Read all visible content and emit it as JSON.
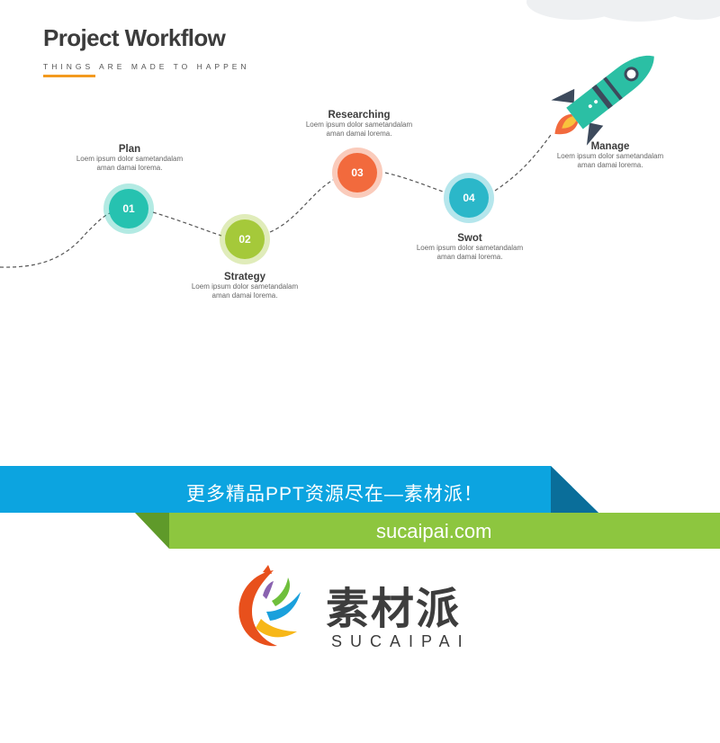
{
  "header": {
    "title": "Project Workflow",
    "subtitle": "THINGS ARE MADE TO HAPPEN"
  },
  "steps": [
    {
      "number": "01",
      "title": "Plan",
      "desc1": "Loem ipsum dolor sametandalam",
      "desc2": "aman damai lorema.",
      "color": "#26c2b0"
    },
    {
      "number": "02",
      "title": "Strategy",
      "desc1": "Loem ipsum dolor sametandalam",
      "desc2": "aman damai lorema.",
      "color": "#a5c93a"
    },
    {
      "number": "03",
      "title": "Researching",
      "desc1": "Loem ipsum dolor sametandalam",
      "desc2": "aman damai lorema.",
      "color": "#f26a3d"
    },
    {
      "number": "04",
      "title": "Swot",
      "desc1": "Loem ipsum dolor sametandalam",
      "desc2": "aman damai lorema.",
      "color": "#2bb7c9"
    },
    {
      "title": "Manage",
      "desc1": "Loem ipsum dolor sametandalam",
      "desc2": "aman damai lorema."
    }
  ],
  "banner": {
    "blue_text": "更多精品PPT资源尽在—素材派！",
    "green_text": "sucaipai.com",
    "blue_color": "#0ca4e0",
    "green_color": "#8dc63f"
  },
  "brand": {
    "name_cn": "素材派",
    "name_en": "SUCAIPAI"
  }
}
